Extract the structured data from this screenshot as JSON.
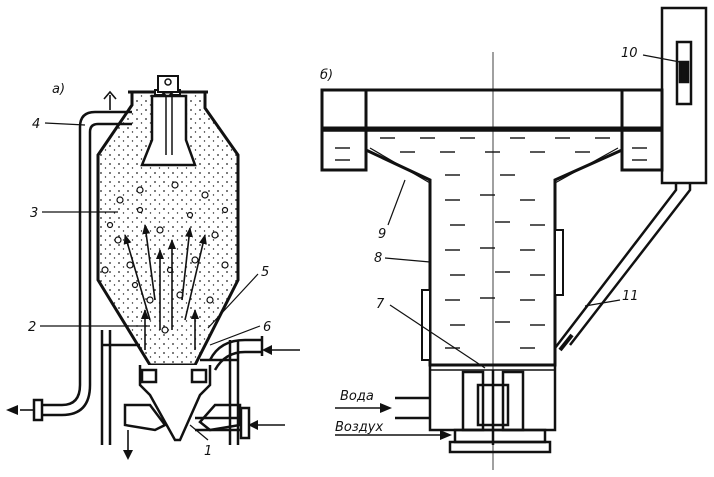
{
  "panels": {
    "a": {
      "label": "а)"
    },
    "b": {
      "label": "б)"
    }
  },
  "labels": {
    "n1": "1",
    "n2": "2",
    "n3": "3",
    "n4": "4",
    "n5": "5",
    "n6": "6",
    "n7": "7",
    "n8": "8",
    "n9": "9",
    "n10": "10",
    "n11": "11"
  },
  "inlets": {
    "water": "Вода",
    "air": "Воздух"
  }
}
